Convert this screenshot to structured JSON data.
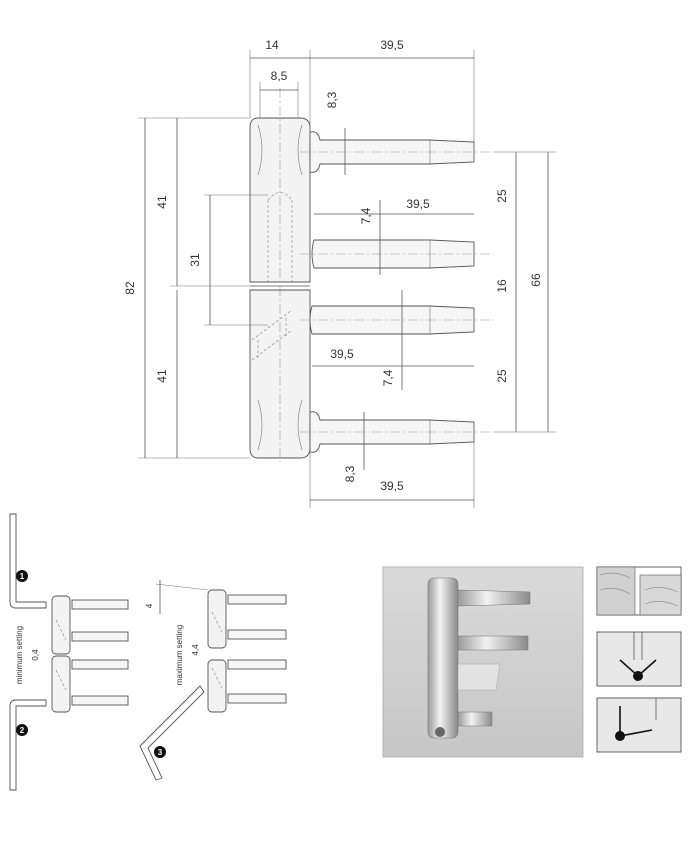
{
  "dimensions": {
    "barrel_width": "14",
    "inner_width": "8,5",
    "pin_length_top": "39,5",
    "pin_offset_top": "8,3",
    "upper_half": "41",
    "lower_half": "41",
    "total_height": "82",
    "inner_height": "31",
    "pin_gap_middle_top": "7,4",
    "pin_length_middle_top": "39,5",
    "pin_spacing_top": "25",
    "pin_spacing_middle": "16",
    "pin_spacing_bottom": "25",
    "pin_span_total": "66",
    "pin_length_middle_bottom": "39,5",
    "pin_gap_middle_bottom": "7,4",
    "pin_offset_bottom": "8,3",
    "pin_length_bottom": "39,5"
  },
  "settings": {
    "minimum_label": "minimum setting",
    "minimum_value": "0,4",
    "maximum_label": "maximum setting",
    "maximum_value": "4,4",
    "vertical_adjust": "4",
    "step_1": "1",
    "step_2": "2",
    "step_3": "3"
  },
  "colors": {
    "line": "#555555",
    "photo_bg": "#d4d4d4",
    "marker": "#111111"
  }
}
